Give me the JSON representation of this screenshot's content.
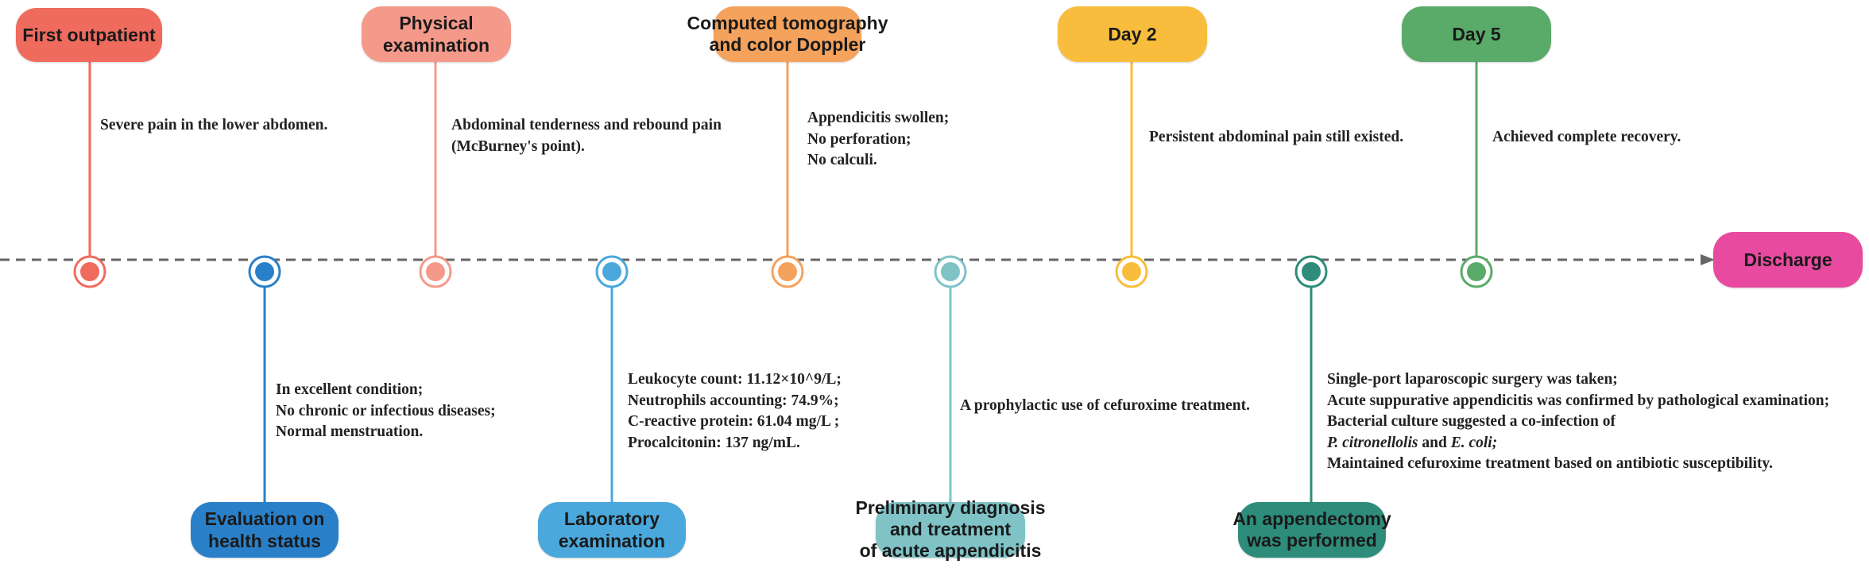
{
  "axis_color": "#666666",
  "events": [
    {
      "key": "first_outpatient",
      "side": "top",
      "color": "#ef6b5e",
      "label": [
        "First outpatient"
      ],
      "note": [
        "Severe pain in the lower abdomen."
      ]
    },
    {
      "key": "evaluation",
      "side": "bottom",
      "color": "#2a80c8",
      "label": [
        "Evaluation on",
        "health status"
      ],
      "note": [
        "In excellent condition;",
        "No chronic or infectious diseases;",
        "Normal menstruation."
      ]
    },
    {
      "key": "physical_exam",
      "side": "top",
      "color": "#f59a8a",
      "label": [
        "Physical",
        "examination"
      ],
      "note": [
        "Abdominal tenderness and rebound pain",
        "(McBurney's point)."
      ]
    },
    {
      "key": "laboratory",
      "side": "bottom",
      "color": "#4aa8dc",
      "label": [
        "Laboratory",
        "examination"
      ],
      "note": [
        "Leukocyte count: 11.12×10^9/L;",
        "Neutrophils accounting: 74.9%;",
        "C-reactive protein: 61.04 mg/L ;",
        "Procalcitonin: 137 ng/mL."
      ]
    },
    {
      "key": "ct_doppler",
      "side": "top",
      "color": "#f5a25c",
      "label": [
        "Computed tomography",
        "and color Doppler"
      ],
      "note": [
        "Appendicitis swollen;",
        "No perforation;",
        "No calculi."
      ]
    },
    {
      "key": "preliminary",
      "side": "bottom",
      "color": "#7fc3c7",
      "label": [
        "Preliminary diagnosis",
        "and treatment",
        "of acute appendicitis"
      ],
      "note": [
        "A prophylactic use of cefuroxime treatment."
      ]
    },
    {
      "key": "day2",
      "side": "top",
      "color": "#f8bd3c",
      "label": [
        "Day 2"
      ],
      "note": [
        "Persistent abdominal pain still existed."
      ]
    },
    {
      "key": "appendectomy",
      "side": "bottom",
      "color": "#2e8c7a",
      "label": [
        "An appendectomy",
        "was performed"
      ],
      "note": [
        "Single-port laparoscopic surgery was taken;",
        "Acute suppurative appendicitis was confirmed by pathological examination;",
        "Bacterial culture suggested a co-infection of",
        "P. citronellolis and E. coli;",
        "Maintained cefuroxime treatment based on antibiotic susceptibility."
      ]
    },
    {
      "key": "day5",
      "side": "top",
      "color": "#5aaa6a",
      "label": [
        "Day 5"
      ],
      "note": [
        "Achieved complete recovery."
      ]
    }
  ],
  "discharge": {
    "label": "Discharge",
    "color": "#e84aa0"
  }
}
